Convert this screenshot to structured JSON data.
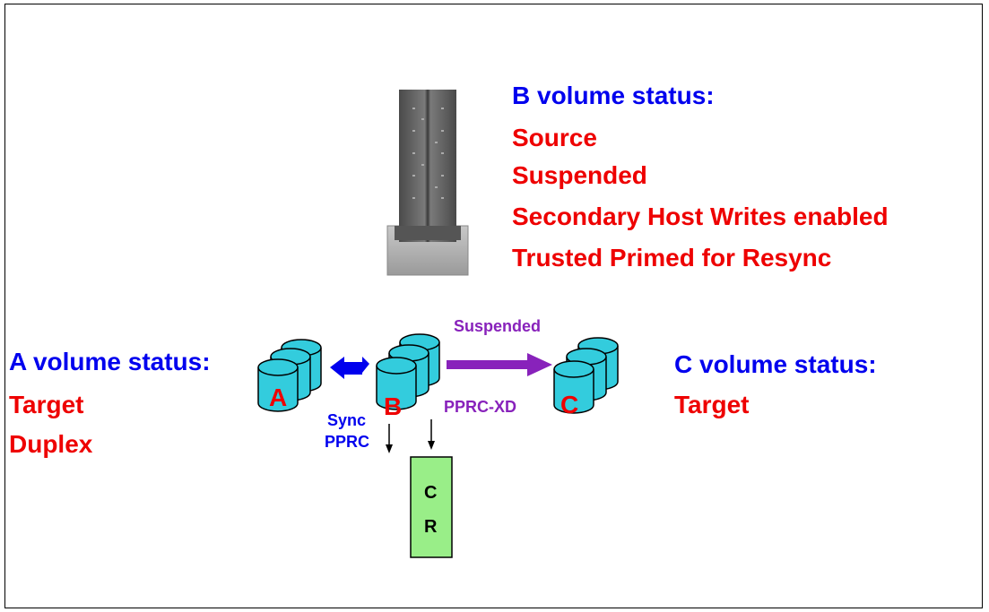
{
  "colors": {
    "blue": "#0000ee",
    "red": "#ee0000",
    "purple": "#8822bb",
    "cyan": "#33ccdd",
    "green": "#99ee88",
    "black": "#000000"
  },
  "b_status": {
    "heading": "B volume status:",
    "lines": [
      "Source",
      "Suspended",
      "Secondary Host Writes enabled",
      "Trusted Primed for Resync"
    ]
  },
  "a_status": {
    "heading": "A volume status:",
    "lines": [
      "Target",
      "Duplex"
    ]
  },
  "c_status": {
    "heading": "C volume status:",
    "lines": [
      "Target"
    ]
  },
  "volumes": {
    "a_label": "A",
    "b_label": "B",
    "c_label": "C"
  },
  "links": {
    "suspended": "Suspended",
    "pprc_xd": "PPRC-XD",
    "sync_line1": "Sync",
    "sync_line2": "PPRC"
  },
  "cr_box": {
    "line1": "C",
    "line2": "R"
  },
  "icons": [
    "storage-server-icon",
    "disk-stack-icon",
    "arrow-icon"
  ]
}
